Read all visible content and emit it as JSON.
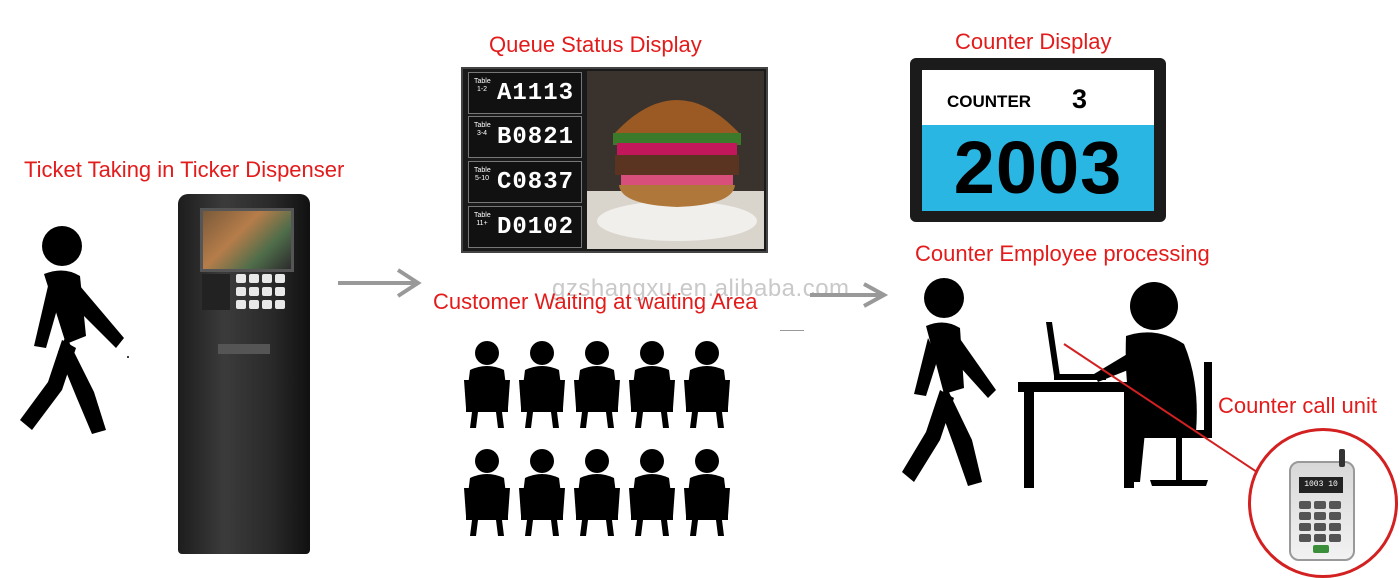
{
  "labels": {
    "ticket_taking": "Ticket Taking in Ticker Dispenser",
    "queue_status": "Queue Status Display",
    "counter_display": "Counter Display",
    "counter_employee": "Counter Employee processing",
    "customer_waiting": "Customer Waiting at waiting Area",
    "counter_call_unit": "Counter call unit"
  },
  "watermark": "gzshangxu.en.alibaba.com",
  "queue_rows": [
    {
      "tiny": "Table 1-2",
      "code": "A1113"
    },
    {
      "tiny": "Table 3-4",
      "code": "B0821"
    },
    {
      "tiny": "Table 5-10",
      "code": "C0837"
    },
    {
      "tiny": "Table 11+",
      "code": "D0102"
    }
  ],
  "counter": {
    "label": "COUNTER",
    "number": "3",
    "ticket": "2003"
  },
  "call_unit_screen": "1003 10",
  "colors": {
    "label_red": "#e31b1b",
    "display_blue": "#29b6e3"
  }
}
